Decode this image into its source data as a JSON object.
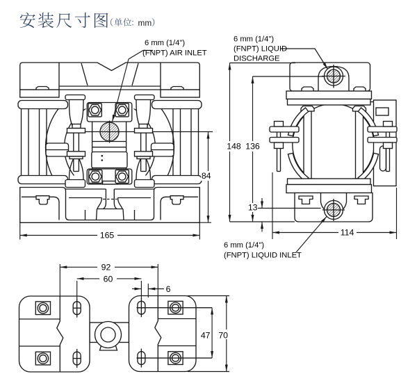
{
  "title": {
    "text": "安装尺寸图",
    "unit_prefix": "（单位：",
    "unit_value": "mm",
    "unit_suffix": "）",
    "full": "安装尺寸图（单位：mm）"
  },
  "colors": {
    "line": "#1a1a1a",
    "title": "#2e4160",
    "background": "#ffffff"
  },
  "annotations": {
    "air_inlet": {
      "line1": "6 mm (1/4\")",
      "line2": "(FNPT) AIR INLET"
    },
    "liquid_discharge": {
      "line1": "6 mm (1/4\")",
      "line2": "(FNPT) LIQUID",
      "line3": "DISCHARGE"
    },
    "liquid_inlet": {
      "line1": "6 mm (1/4\")",
      "line2": "(FNPT) LIQUID INLET"
    }
  },
  "dimensions": {
    "front_view": {
      "width": "165",
      "height_to_center": "84"
    },
    "side_view": {
      "overall_height": "148",
      "port_height": "136",
      "inlet_offset": "13",
      "width": "114"
    },
    "bottom_view": {
      "outer_hole_span": "92",
      "inner_hole_span": "60",
      "slot_width": "6",
      "bolt_row_span": "47",
      "foot_depth": "70"
    }
  }
}
